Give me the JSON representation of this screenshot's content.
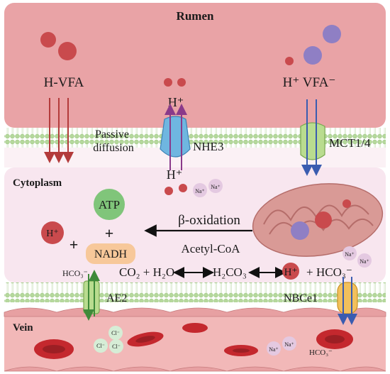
{
  "colors": {
    "rumen": "#e9a3a6",
    "cytoplasm": "#f8e6ef",
    "vein": "#f2b8b8",
    "membrane": "#c7e3b3",
    "proton": "#c94a4d",
    "vfa": "#8f7fc4",
    "sodium": "#e4c9e1",
    "chloride": "#d6edd6",
    "atp": "#80c57a",
    "nadh": "#f7c89a",
    "nhe3": "#6fb6e0",
    "mct": "#b9dc8f",
    "ae2": "#b9dc8f",
    "nbc": "#f2c05c",
    "arrow_red": "#b33b3b",
    "arrow_purple": "#8a3a8a",
    "arrow_blue": "#3a5cb0"
  },
  "compartments": {
    "rumen": "Rumen",
    "cytoplasm": "Cytoplasm",
    "vein": "Vein"
  },
  "labels": {
    "h_vfa": "H-VFA",
    "h_plus_vfa_minus": "H⁺ VFA⁻",
    "h_plus_top": "H⁺",
    "h_plus_bottom": "H⁺",
    "passive_1": "Passive",
    "passive_2": "diffusion",
    "nhe3": "NHE3",
    "mct": "MCT1/4",
    "ae2": "AE2",
    "nbce1": "NBCe1",
    "atp": "ATP",
    "plus_1": "+",
    "plus_2": "+",
    "h_plus_ion": "H⁺",
    "nadh": "NADH",
    "beta_oxidation": "β-oxidation",
    "acetyl_coa": "Acetyl-CoA",
    "hco3_left": "HCO₃⁻",
    "equation_co2": "CO₂ + H₂O",
    "equation_h2co3": "H₂CO₃",
    "equation_h": "H⁺",
    "equation_plus": "+",
    "equation_hco3": "HCO₃⁻",
    "na_1": "Na⁺",
    "na_2": "Na⁺",
    "na_3": "Na⁺",
    "na_4": "Na⁺",
    "na_5": "Na⁺",
    "na_6": "Na⁺",
    "cl_1": "Cl⁻",
    "cl_2": "Cl⁻",
    "cl_3": "Cl⁻",
    "hco3_vein": "HCO₃⁻"
  }
}
